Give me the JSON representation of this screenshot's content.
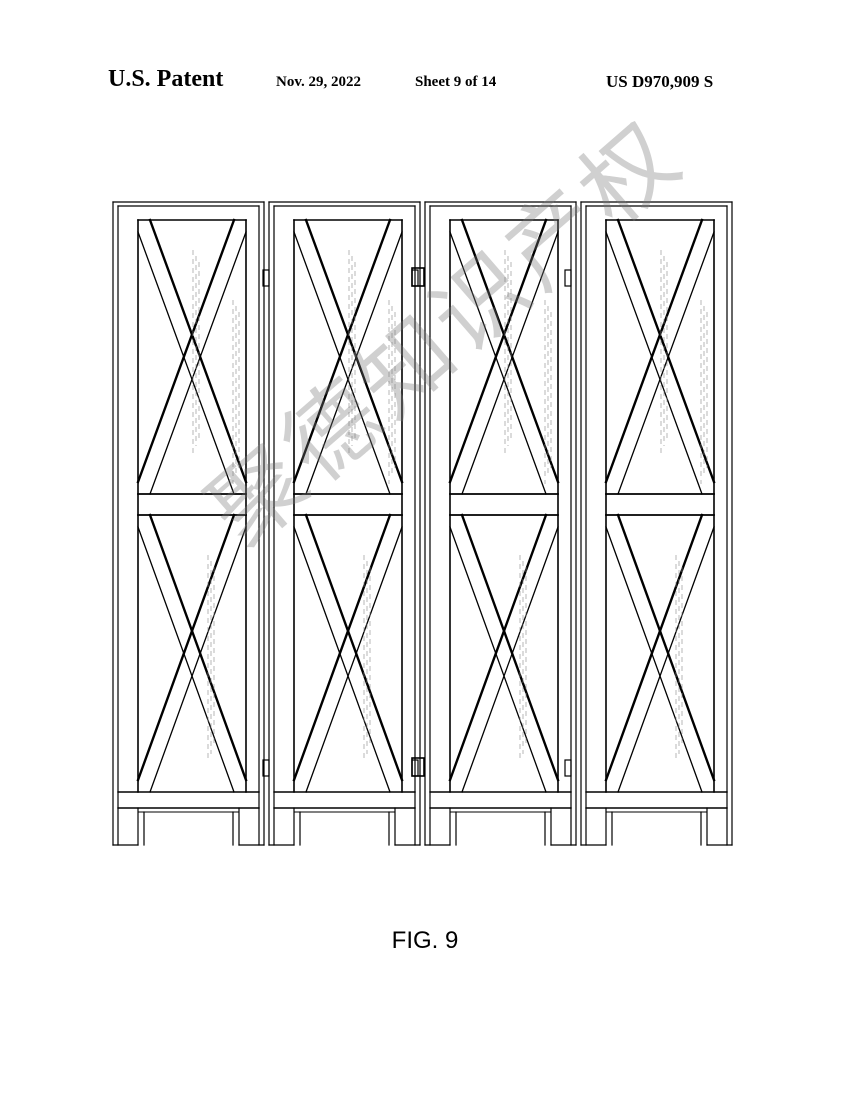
{
  "header": {
    "patent_label": "U.S. Patent",
    "date": "Nov. 29, 2022",
    "sheet": "Sheet 9 of 14",
    "patent_number": "US D970,909 S"
  },
  "figure": {
    "label": "FIG. 9",
    "panel_count": 4,
    "panels": [
      {
        "name": "panel-1"
      },
      {
        "name": "panel-2"
      },
      {
        "name": "panel-3"
      },
      {
        "name": "panel-4"
      }
    ]
  },
  "watermark": {
    "text": "聚德知识产权"
  }
}
